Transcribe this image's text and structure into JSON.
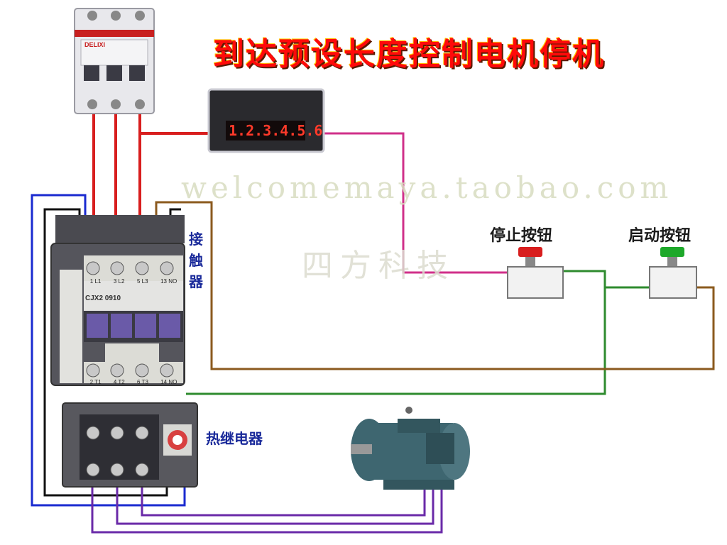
{
  "title": "到达预设长度控制电机停机",
  "watermark_url": "welcomemaya.taobao.com",
  "watermark_brand": "四方科技",
  "components": {
    "contactor_label": "接触器",
    "thermal_relay_label": "热继电器",
    "stop_button_label": "停止按钮",
    "start_button_label": "启动按钮",
    "counter_display": "1.2.3.4.5.6",
    "breaker_brand": "DELIXI",
    "contactor_model": "CJX2 0910",
    "contactor_terminal_top": [
      "1 L1",
      "3 L2",
      "5 L3",
      "13 NO"
    ],
    "contactor_terminal_bottom": [
      "2 T1",
      "4 T2",
      "6 T3",
      "14 NO"
    ]
  },
  "colors": {
    "phase_wire": "#d81e1e",
    "control_pink": "#d0308a",
    "control_green": "#2e8b2e",
    "control_brown": "#8b5a1e",
    "motor_purple": "#6a2aa8",
    "neutral_blue": "#1a2ad0",
    "title_red": "#ff0a0a",
    "stop_button": "#d81e1e",
    "start_button": "#1ea82a"
  }
}
